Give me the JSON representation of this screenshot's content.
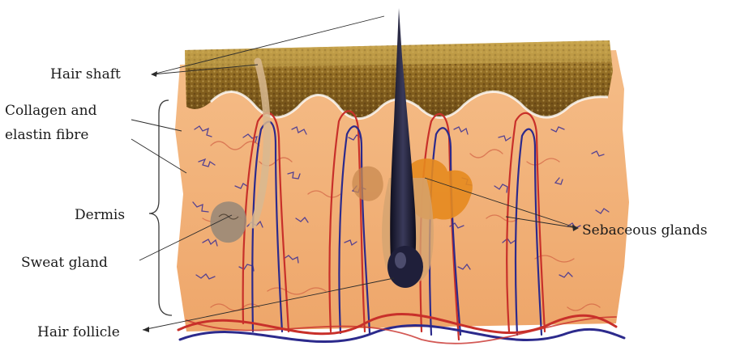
{
  "labels": {
    "hair_shaft": "Hair shaft",
    "collagen_line1": "Collagen and",
    "collagen_line2": "elastin fibre",
    "dermis": "Dermis",
    "sweat_gland": "Sweat gland",
    "hair_follicle": "Hair follicle",
    "sebaceous_glands": "Sebaceous glands"
  },
  "colors": {
    "epidermis": "#8a6a22",
    "dermis": "#f3b47c",
    "arteries": "#c8302a",
    "veins": "#2c2a8c",
    "hair": "#1c1c30",
    "sebaceous": "#e58a1e",
    "sweat_gland": "#9a8a78"
  }
}
